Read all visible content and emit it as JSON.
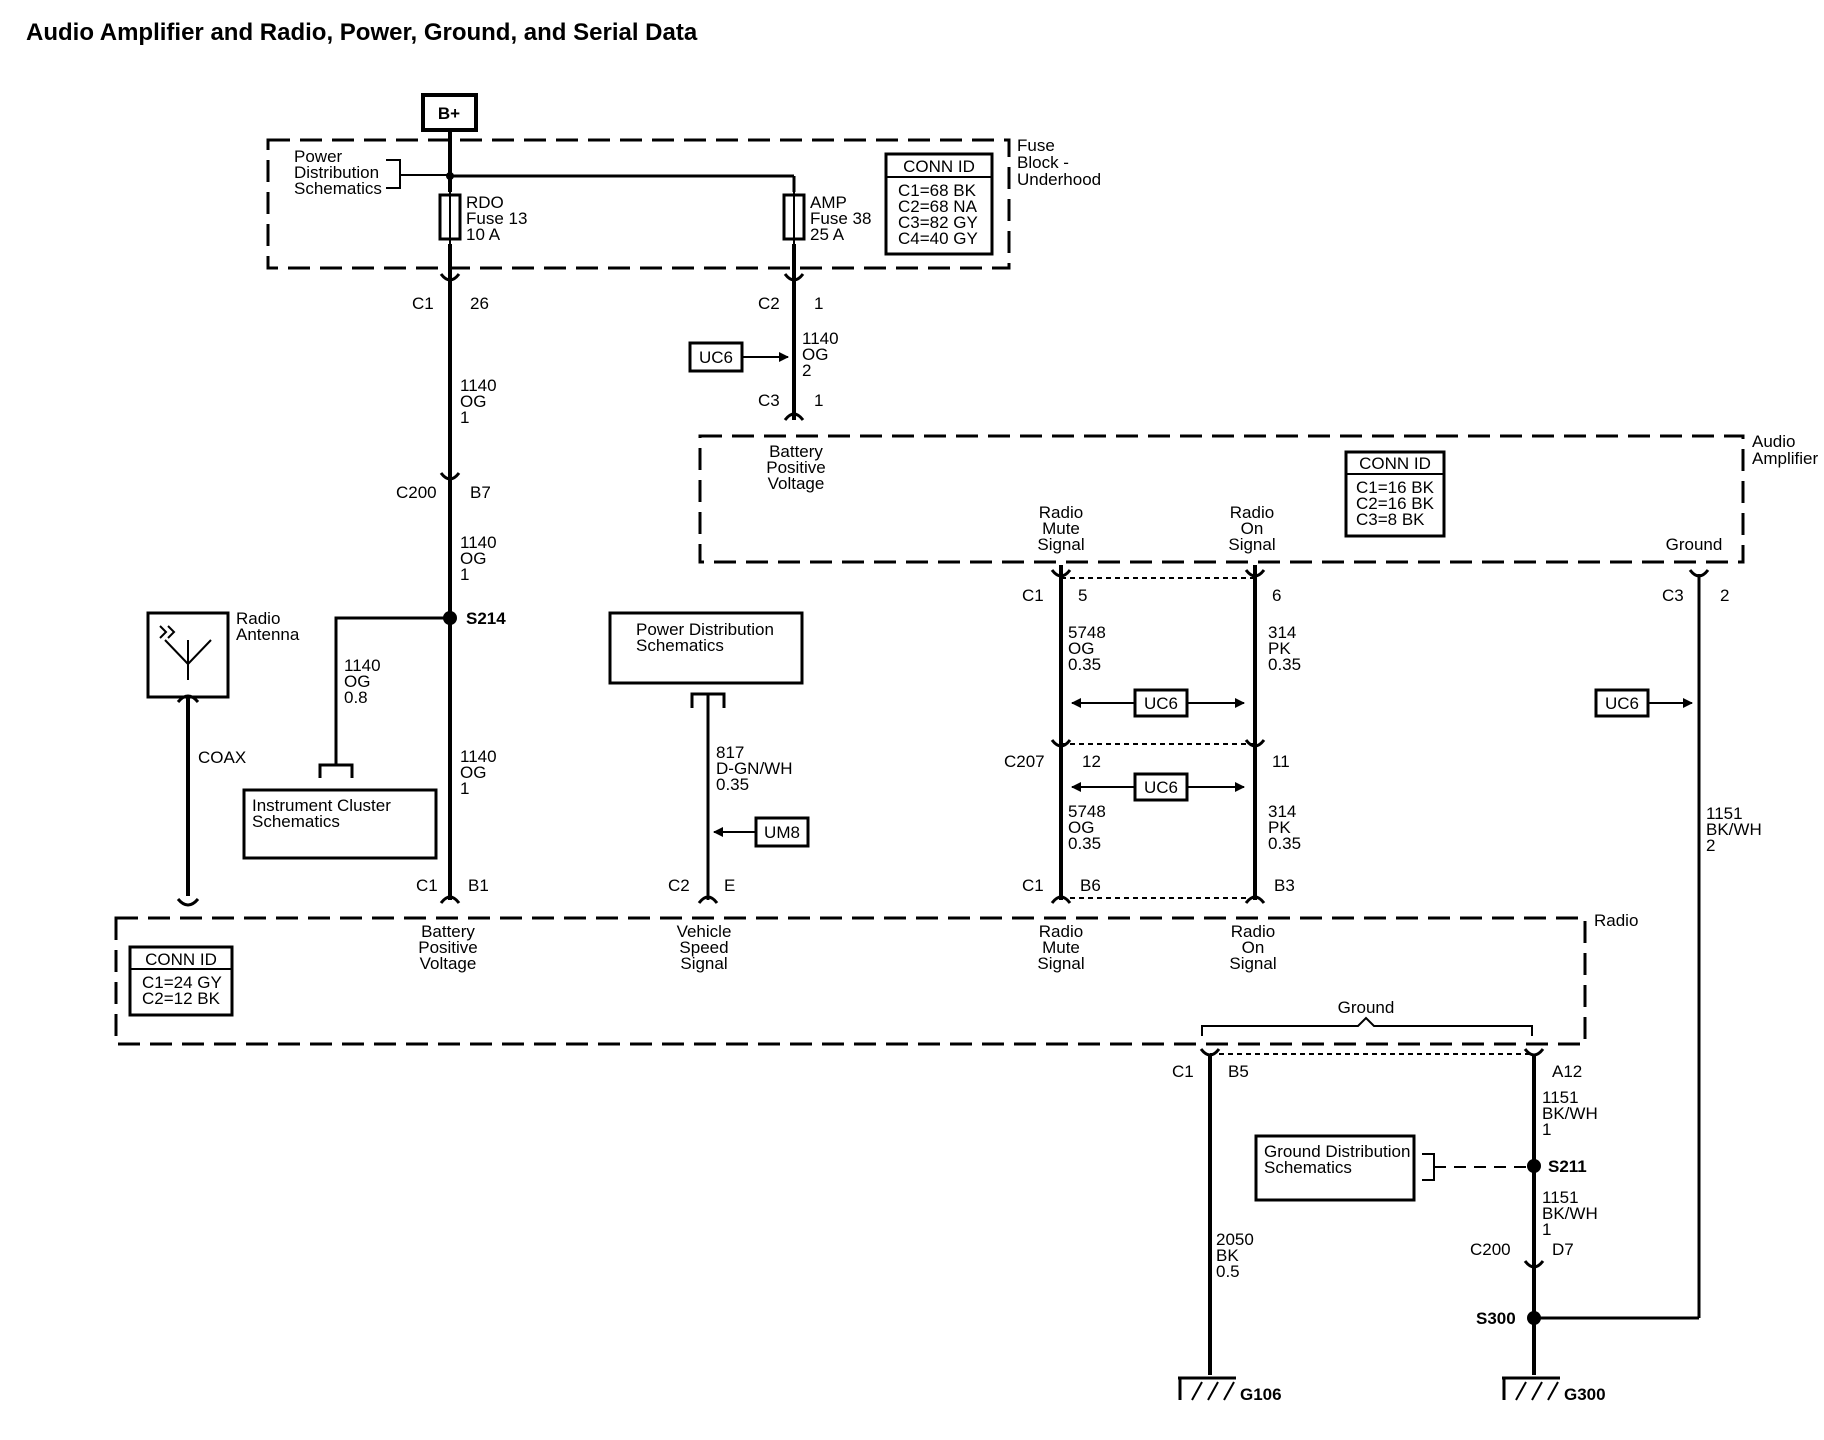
{
  "title": "Audio Amplifier and Radio, Power, Ground, and Serial Data",
  "bplus": "B+",
  "fuse_block": {
    "label1": "Fuse",
    "label2": "Block -",
    "label3": "Underhood",
    "pds1": "Power",
    "pds2": "Distribution",
    "pds3": "Schematics",
    "rdo_fuse": {
      "l1": "RDO",
      "l2": "Fuse 13",
      "l3": "10 A"
    },
    "amp_fuse": {
      "l1": "AMP",
      "l2": "Fuse 38",
      "l3": "25 A"
    },
    "conn_id": {
      "header": "CONN ID",
      "rows": [
        "C1=68 BK",
        "C2=68 NA",
        "C3=82 GY",
        "C4=40 GY"
      ]
    }
  },
  "amplifier": {
    "label1": "Audio",
    "label2": "Amplifier",
    "batt1": "Battery",
    "batt2": "Positive",
    "batt3": "Voltage",
    "mute1": "Radio",
    "mute2": "Mute",
    "mute3": "Signal",
    "on1": "Radio",
    "on2": "On",
    "on3": "Signal",
    "ground": "Ground",
    "conn_id": {
      "header": "CONN ID",
      "rows": [
        "C1=16 BK",
        "C2=16 BK",
        "C3=8 BK"
      ]
    }
  },
  "radio": {
    "label": "Radio",
    "batt1": "Battery",
    "batt2": "Positive",
    "batt3": "Voltage",
    "vss1": "Vehicle",
    "vss2": "Speed",
    "vss3": "Signal",
    "mute1": "Radio",
    "mute2": "Mute",
    "mute3": "Signal",
    "on1": "Radio",
    "on2": "On",
    "on3": "Signal",
    "ground": "Ground",
    "conn_id": {
      "header": "CONN ID",
      "rows": [
        "C1=24 GY",
        "C2=12 BK"
      ]
    }
  },
  "antenna": {
    "l1": "Radio",
    "l2": "Antenna",
    "coax": "COAX"
  },
  "connectors": {
    "c1_26": [
      "C1",
      "26"
    ],
    "c2_1": [
      "C2",
      "1"
    ],
    "c3_1": [
      "C3",
      "1"
    ],
    "c200_b7": [
      "C200",
      "B7"
    ],
    "c1_b1": [
      "C1",
      "B1"
    ],
    "c2_e": [
      "C2",
      "E"
    ],
    "c1_5": [
      "C1",
      "5"
    ],
    "n6": "6",
    "c207_12": [
      "C207",
      "12"
    ],
    "n11": "11",
    "c1_b6": [
      "C1",
      "B6"
    ],
    "b3": "B3",
    "c3_2": [
      "C3",
      "2"
    ],
    "c1_b5": [
      "C1",
      "B5"
    ],
    "a12": "A12",
    "c200_d7": [
      "C200",
      "D7"
    ]
  },
  "wires": {
    "w1140_1": [
      "1140",
      "OG",
      "1"
    ],
    "w1140_2": [
      "1140",
      "OG",
      "2"
    ],
    "w1140_3": [
      "1140",
      "OG",
      "1"
    ],
    "w1140_4": [
      "1140",
      "OG",
      "0.8"
    ],
    "w1140_5": [
      "1140",
      "OG",
      "1"
    ],
    "w817": [
      "817",
      "D-GN/WH",
      "0.35"
    ],
    "w5748_a": [
      "5748",
      "OG",
      "0.35"
    ],
    "w314_a": [
      "314",
      "PK",
      "0.35"
    ],
    "w5748_b": [
      "5748",
      "OG",
      "0.35"
    ],
    "w314_b": [
      "314",
      "PK",
      "0.35"
    ],
    "w1151_a": [
      "1151",
      "BK/WH",
      "2"
    ],
    "w1151_b": [
      "1151",
      "BK/WH",
      "1"
    ],
    "w1151_c": [
      "1151",
      "BK/WH",
      "1"
    ],
    "w2050": [
      "2050",
      "BK",
      "0.5"
    ]
  },
  "splices": {
    "s214": "S214",
    "s211": "S211",
    "s300": "S300"
  },
  "refs": {
    "uc6": "UC6",
    "um8": "UM8"
  },
  "boxes": {
    "pds": [
      "Power Distribution",
      "Schematics"
    ],
    "ic": [
      "Instrument Cluster",
      "Schematics"
    ],
    "gds": [
      "Ground Distribution",
      "Schematics"
    ]
  },
  "grounds": {
    "g106": "G106",
    "g300": "G300"
  }
}
